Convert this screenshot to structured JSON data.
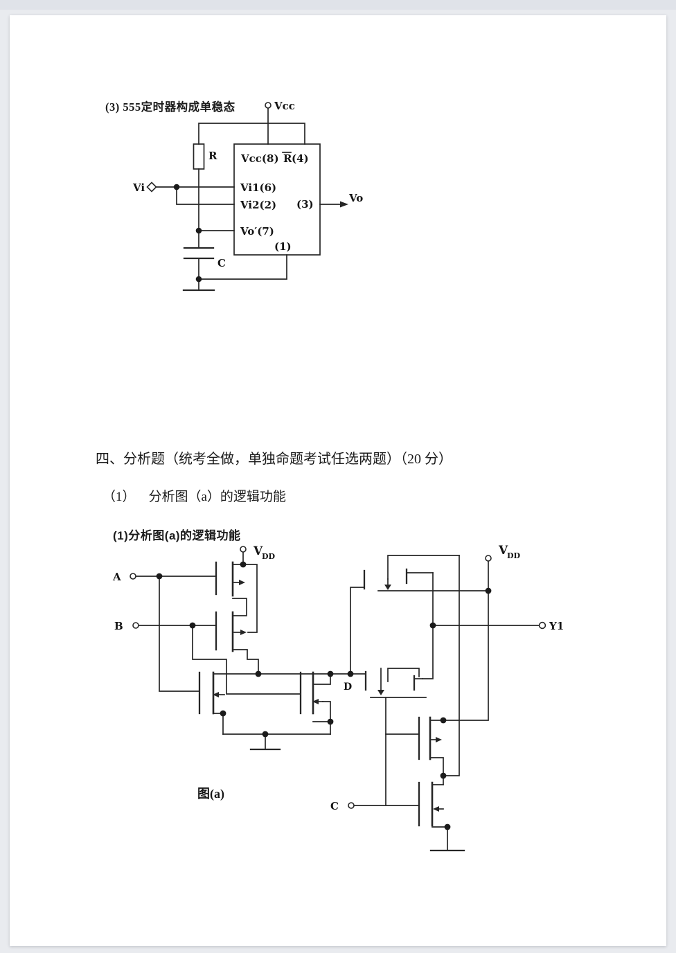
{
  "headings": {
    "q3_title": "(3) 555定时器构成单稳态",
    "q4_title": "四、分析题（统考全做，单独命题考试任选两题）（20 分）",
    "q4_item1": "（1）    分析图（a）的逻辑功能",
    "fig_caption": "(1)分析图(a)的逻辑功能"
  },
  "c555": {
    "vcc": "Vcc",
    "r": "R",
    "vi": "Vi",
    "c": "C",
    "vo": "Vo",
    "pin_vcc": "Vcc(8)",
    "pin_r": "R",
    "pin_r_num": "(4)",
    "pin_vi1": "Vi1(6)",
    "pin_vi2": "Vi2(2)",
    "pin_vo7": "Vo′(7)",
    "pin1": "(1)",
    "pin3": "(3)"
  },
  "cmos": {
    "a": "A",
    "b": "B",
    "c": "C",
    "d": "D",
    "y1": "Y1",
    "v": "V",
    "dd": "DD",
    "fig": "图(a)"
  },
  "ink_color": "#262626",
  "paper_color": "#ffffff",
  "background_color": "#e9ebef"
}
